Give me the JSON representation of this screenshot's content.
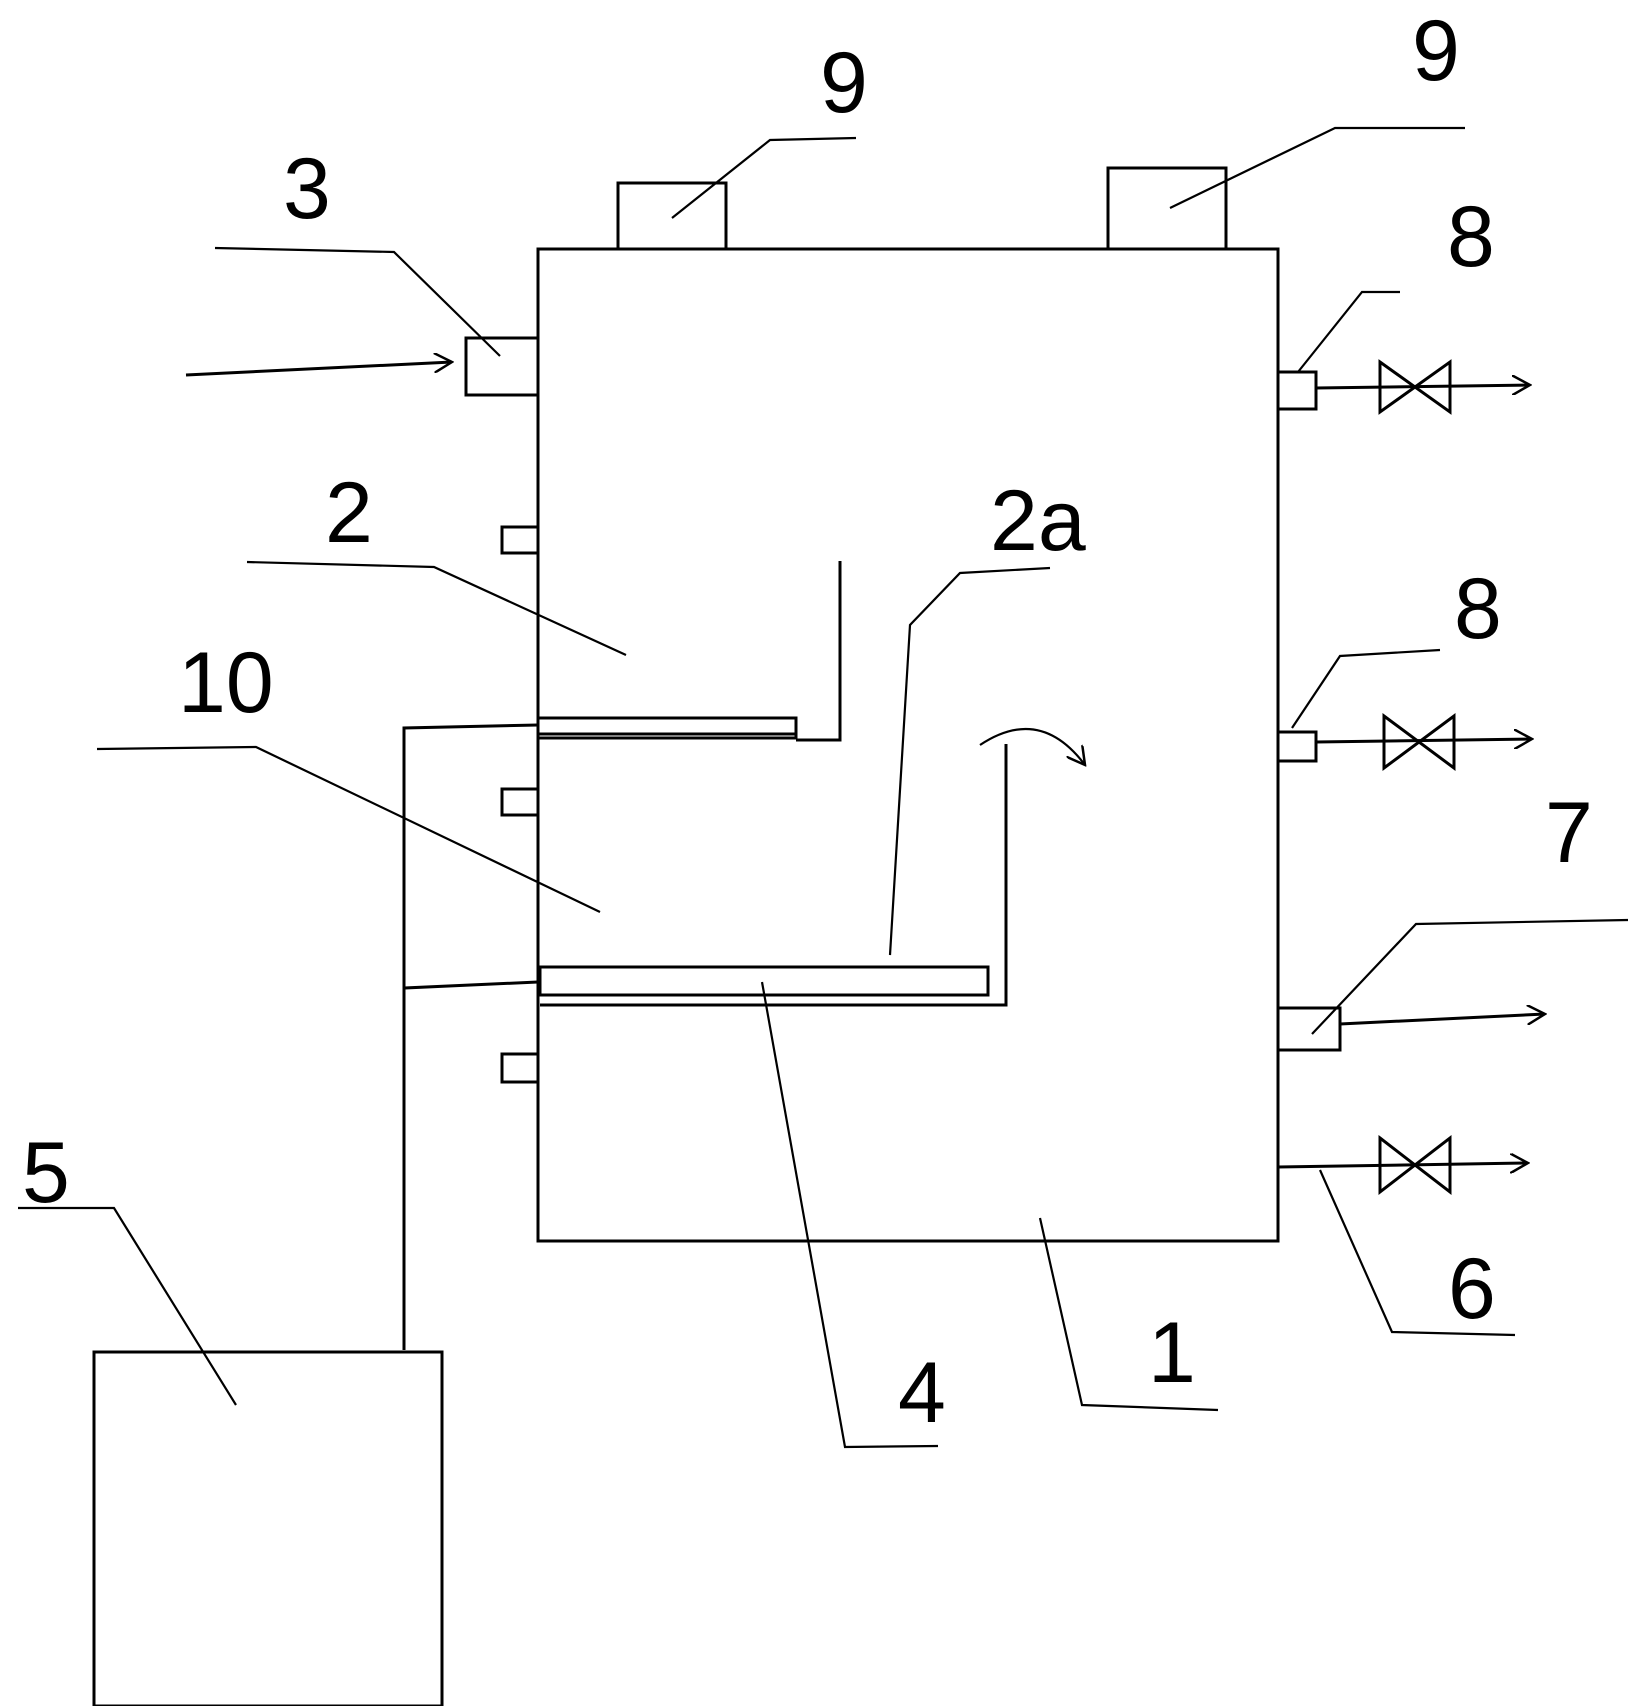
{
  "labels": {
    "body": "1",
    "spray_tray": "2",
    "tray_baffle": "2a",
    "inlet": "3",
    "bottom_tray": "4",
    "tank": "5",
    "drain": "6",
    "outlet": "7",
    "valve_outlet_upper": "8",
    "valve_outlet_middle": "8",
    "top_unit_left": "9",
    "top_unit_right": "9",
    "side_chamber": "10"
  },
  "colors": {
    "line": "#000000",
    "background": "#ffffff"
  }
}
